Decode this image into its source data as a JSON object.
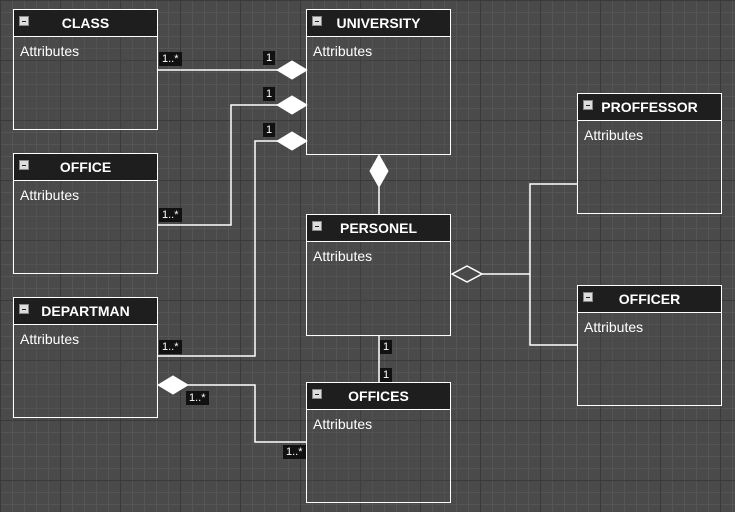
{
  "classes": [
    {
      "name": "CLASS",
      "attributes": "Attributes"
    },
    {
      "name": "UNIVERSITY",
      "attributes": "Attributes"
    },
    {
      "name": "PROFFESSOR",
      "attributes": "Attributes"
    },
    {
      "name": "OFFICE",
      "attributes": "Attributes"
    },
    {
      "name": "PERSONEL",
      "attributes": "Attributes"
    },
    {
      "name": "OFFICER",
      "attributes": "Attributes"
    },
    {
      "name": "DEPARTMAN",
      "attributes": "Attributes"
    },
    {
      "name": "OFFICES",
      "attributes": "Attributes"
    }
  ],
  "multiplicities": {
    "class_university_src": "1..*",
    "class_university_dst": "1",
    "office_university_src": "1..*",
    "office_university_dst": "1",
    "departman_university_src": "1..*",
    "departman_university_dst": "1",
    "personel_offices_src": "1",
    "personel_offices_dst": "1",
    "departman_offices_src": "1..*",
    "departman_offices_dst": "1..*"
  },
  "colors": {
    "background": "#4a4a4a",
    "header": "#1e1e1e",
    "line": "#ffffff"
  }
}
